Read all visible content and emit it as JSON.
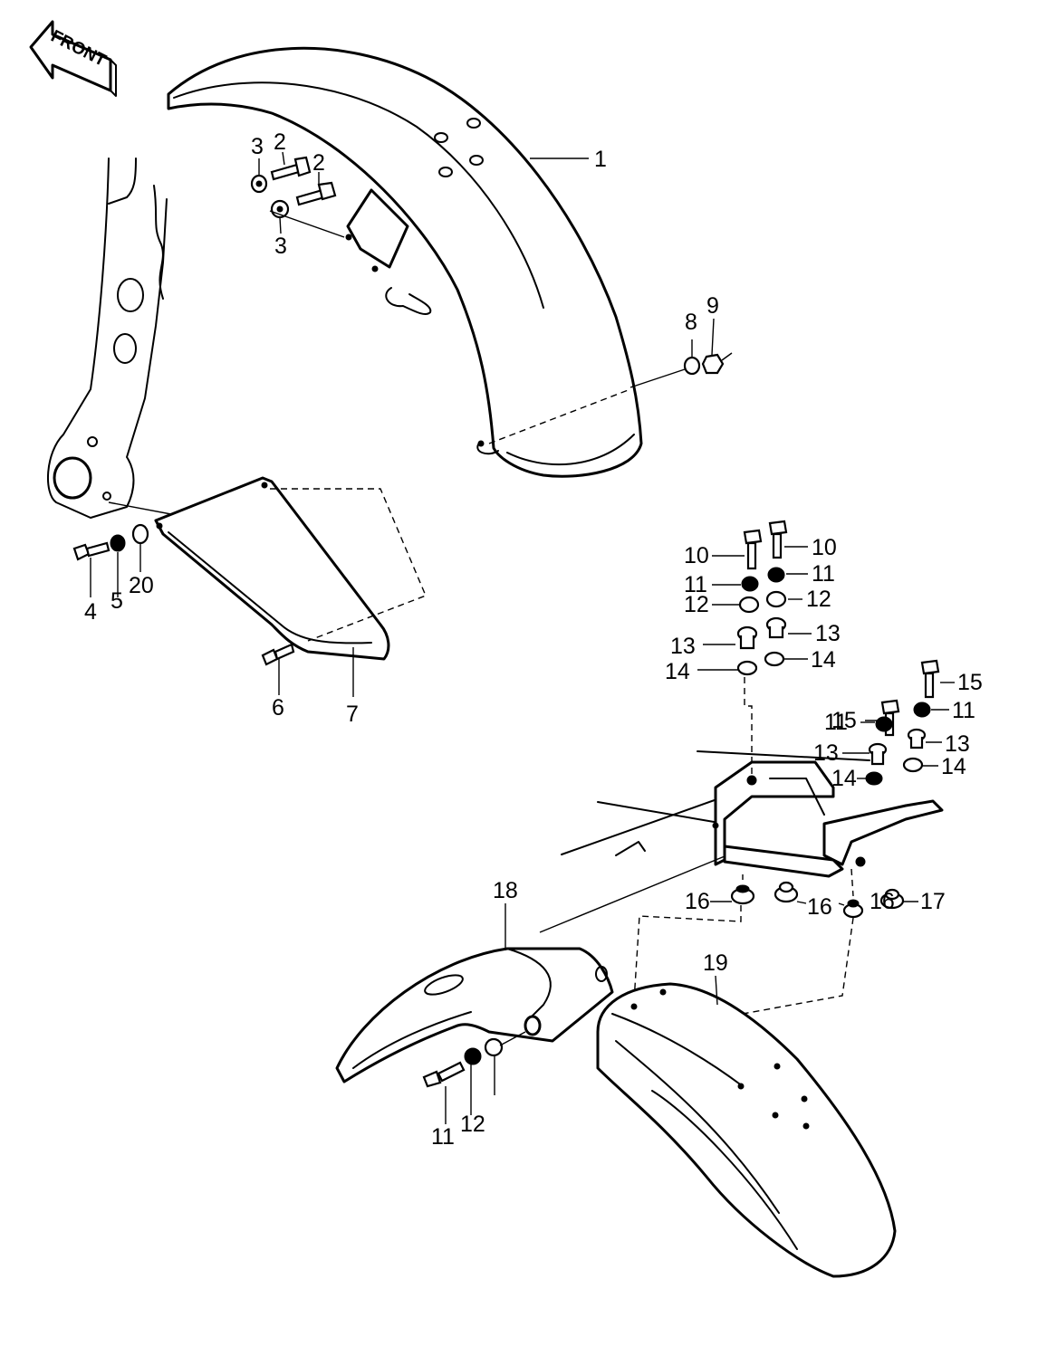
{
  "direction_arrow": {
    "label": "FRONT"
  },
  "parts": [
    {
      "id": "p1",
      "number": "1"
    },
    {
      "id": "p2a",
      "number": "2"
    },
    {
      "id": "p2b",
      "number": "2"
    },
    {
      "id": "p3a",
      "number": "3"
    },
    {
      "id": "p3b",
      "number": "3"
    },
    {
      "id": "p4",
      "number": "4"
    },
    {
      "id": "p5",
      "number": "5"
    },
    {
      "id": "p20",
      "number": "20"
    },
    {
      "id": "p6",
      "number": "6"
    },
    {
      "id": "p7",
      "number": "7"
    },
    {
      "id": "p8",
      "number": "8"
    },
    {
      "id": "p9",
      "number": "9"
    },
    {
      "id": "p10a",
      "number": "10"
    },
    {
      "id": "p10b",
      "number": "10"
    },
    {
      "id": "p11a",
      "number": "11"
    },
    {
      "id": "p11b",
      "number": "11"
    },
    {
      "id": "p12a",
      "number": "12"
    },
    {
      "id": "p12b",
      "number": "12"
    },
    {
      "id": "p13a",
      "number": "13"
    },
    {
      "id": "p13b",
      "number": "13"
    },
    {
      "id": "p14a",
      "number": "14"
    },
    {
      "id": "p14b",
      "number": "14"
    },
    {
      "id": "p15a",
      "number": "15"
    },
    {
      "id": "p15b",
      "number": "15"
    },
    {
      "id": "p11c",
      "number": "11"
    },
    {
      "id": "p11d",
      "number": "11"
    },
    {
      "id": "p13c",
      "number": "13"
    },
    {
      "id": "p13d",
      "number": "13"
    },
    {
      "id": "p14c",
      "number": "14"
    },
    {
      "id": "p14d",
      "number": "14"
    },
    {
      "id": "p16a",
      "number": "16"
    },
    {
      "id": "p16b",
      "number": "16"
    },
    {
      "id": "p16c",
      "number": "16"
    },
    {
      "id": "p17",
      "number": "17"
    },
    {
      "id": "p18",
      "number": "18"
    },
    {
      "id": "p19",
      "number": "19"
    },
    {
      "id": "p11e",
      "number": "11"
    },
    {
      "id": "p12c",
      "number": "12"
    }
  ]
}
